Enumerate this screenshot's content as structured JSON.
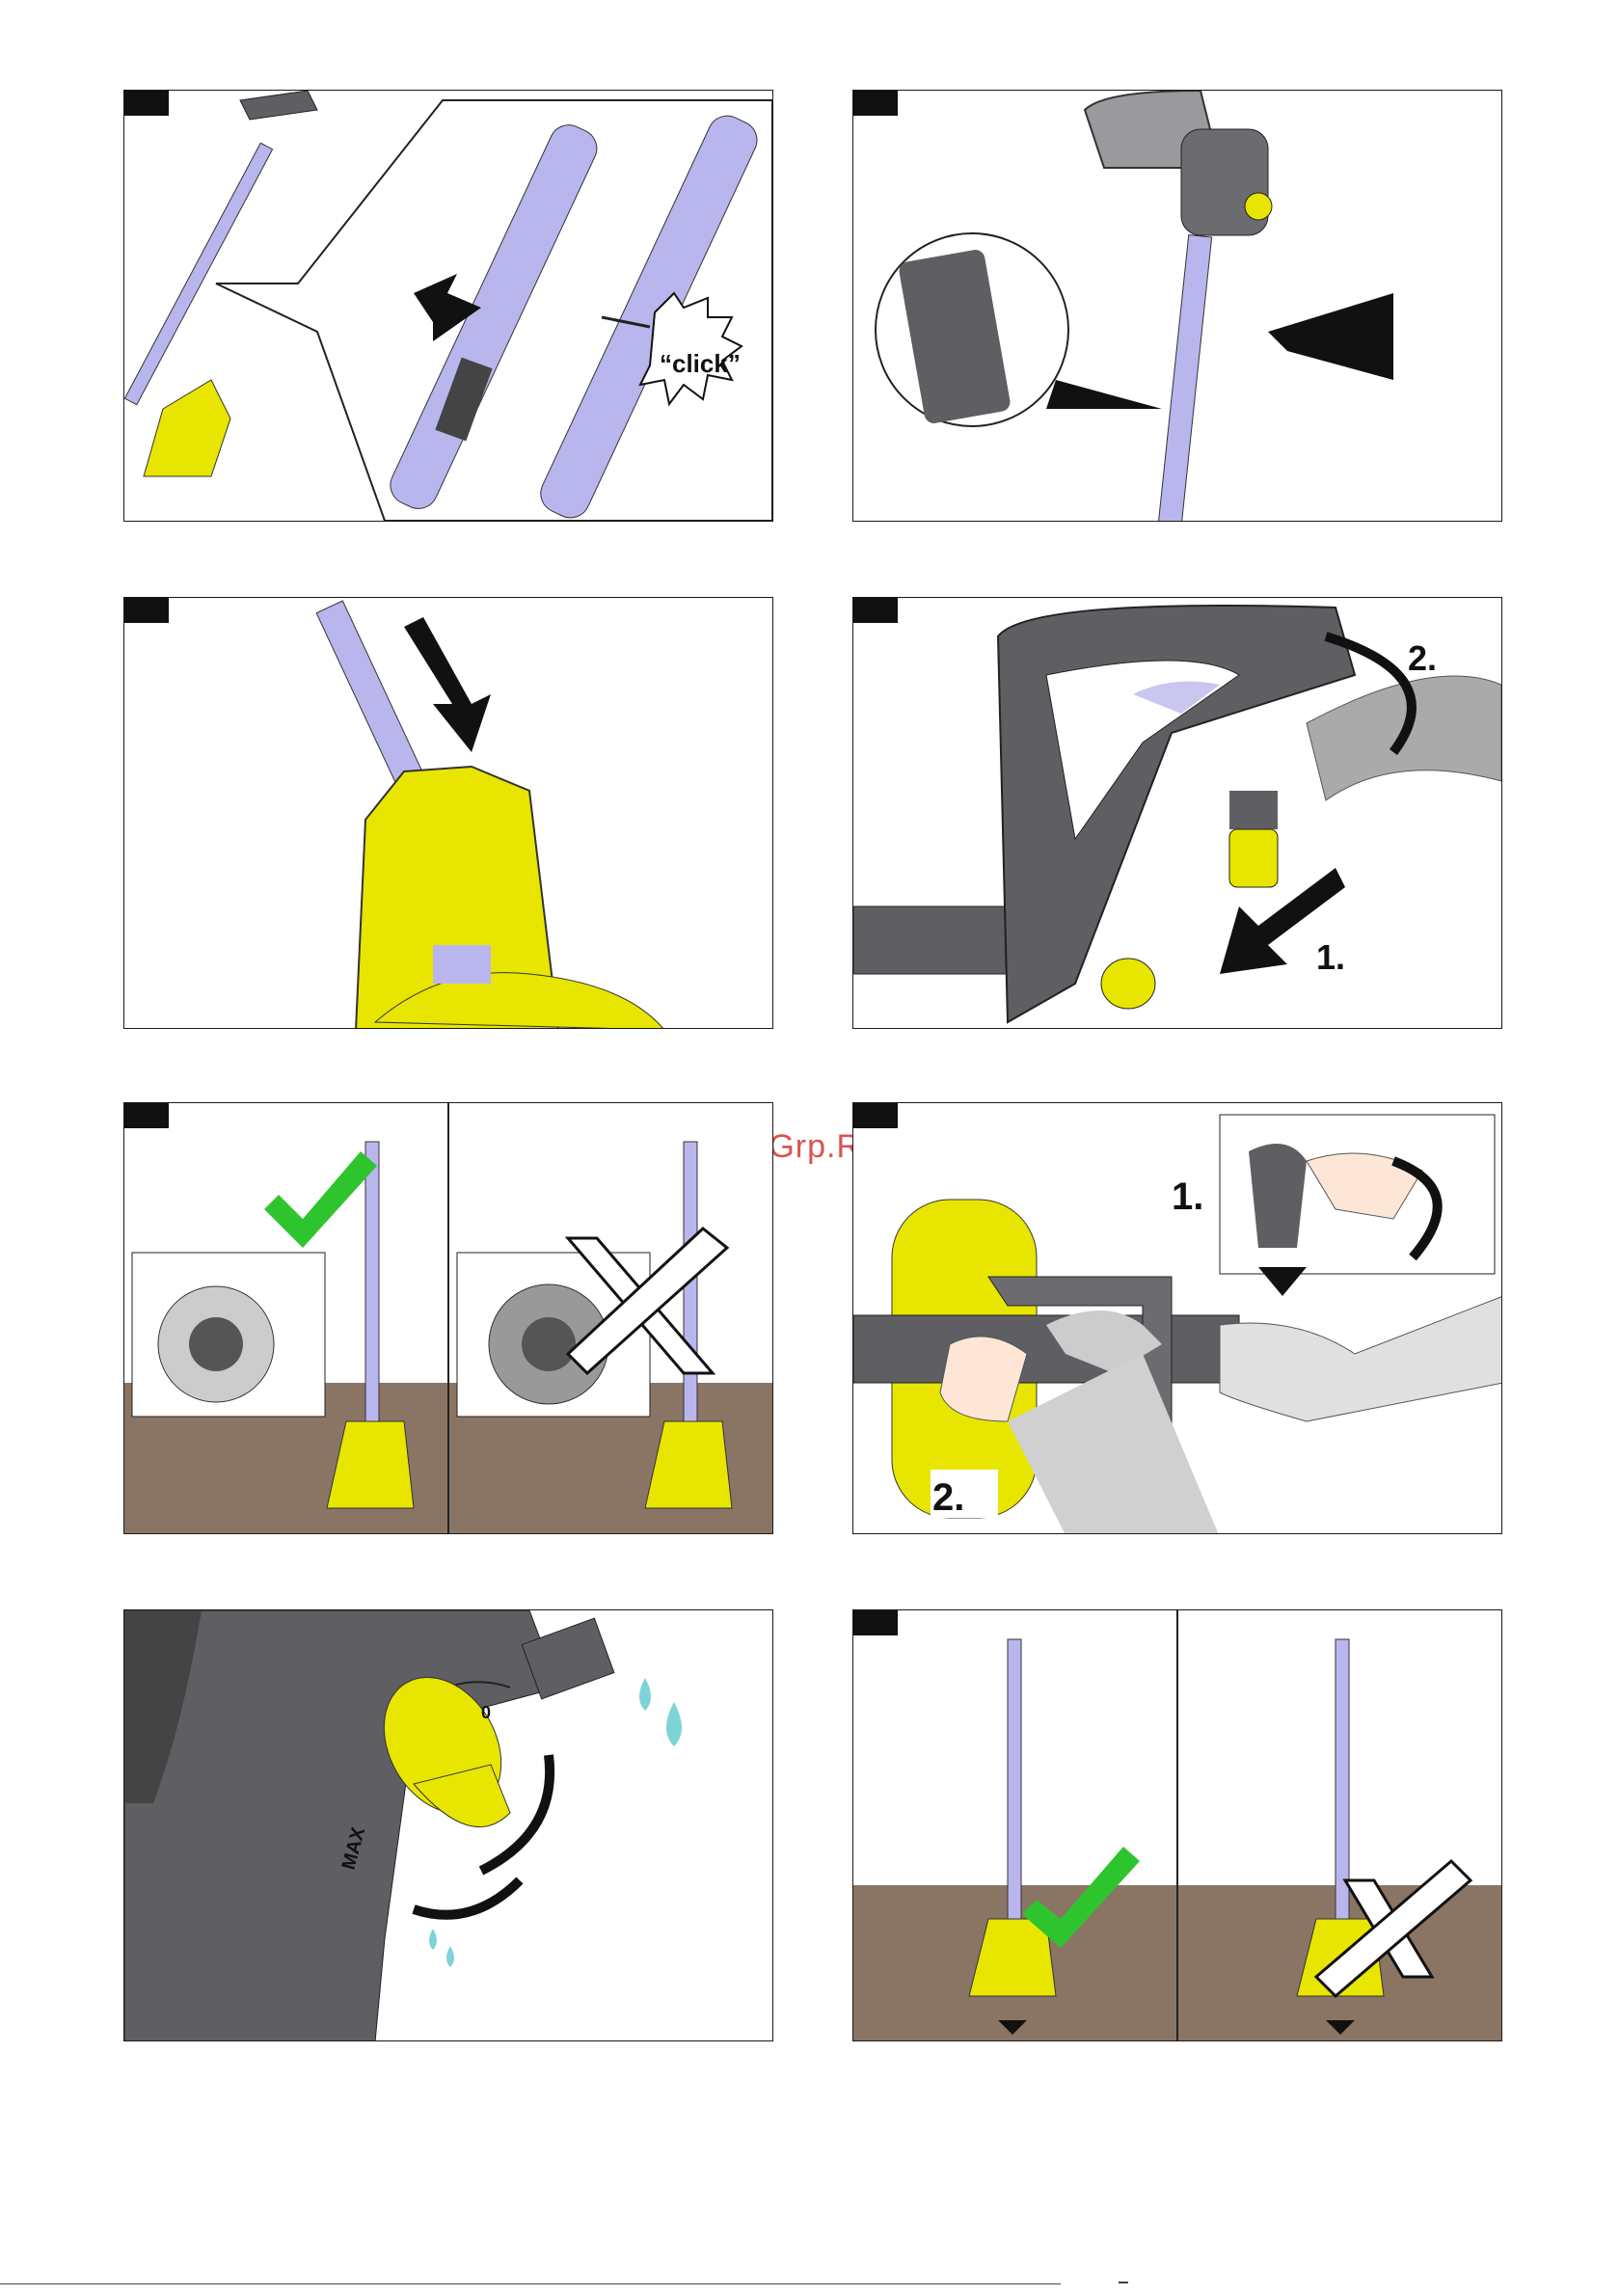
{
  "watermark": "McGrp.Ru",
  "panels": {
    "p1": {
      "callout": "“click”"
    },
    "p4": {
      "step1": "1.",
      "step2": "2."
    },
    "p6": {
      "step1": "1.",
      "step2": "2."
    },
    "p7": {
      "dial": "MAX",
      "zero": "0"
    }
  },
  "colors": {
    "brand_yellow": "#e8e500",
    "tube": "#b9b6ee",
    "body_gray": "#5f5f63",
    "check": "#2ec42e",
    "floor": "#8a7565"
  }
}
